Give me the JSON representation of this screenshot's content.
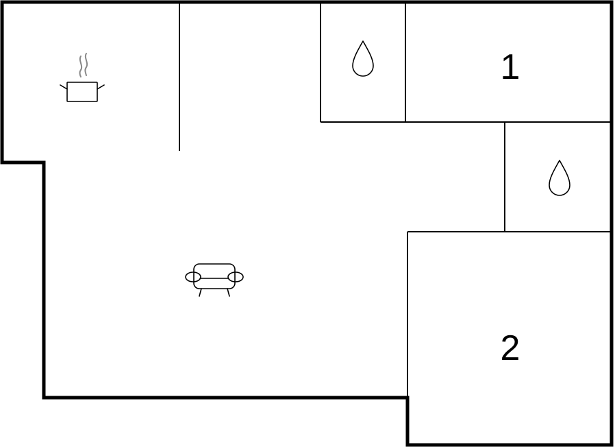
{
  "rooms": [
    {
      "key": "bedroom-1",
      "label": "1"
    },
    {
      "key": "bedroom-2",
      "label": "2"
    }
  ],
  "icons": {
    "kitchen": "cooking-pot-icon",
    "living": "sofa-icon",
    "bathroom": "water-drop-icon"
  },
  "colors": {
    "wall": "#000000",
    "water": "#b3f2f7",
    "steam": "#888888"
  }
}
